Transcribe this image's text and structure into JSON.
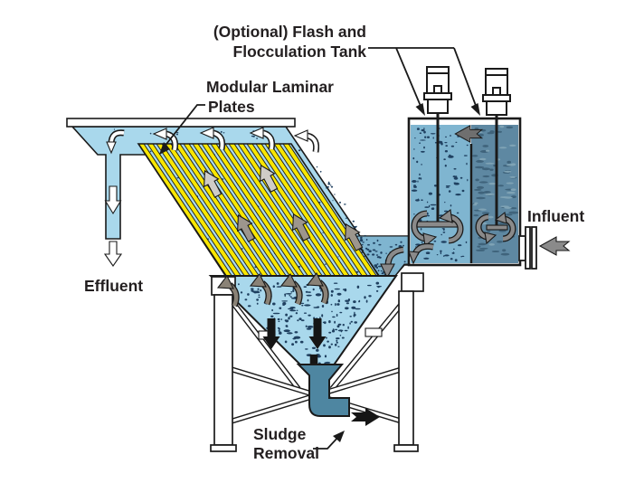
{
  "diagram": {
    "labels": {
      "flash_flocculation": {
        "line1": "(Optional) Flash and",
        "line2": "Flocculation Tank"
      },
      "modular_plates": {
        "line1": "Modular Laminar",
        "line2": "Plates"
      },
      "influent": "Influent",
      "effluent": "Effluent",
      "sludge_removal": {
        "line1": "Sludge",
        "line2": "Removal"
      }
    },
    "colors": {
      "water_light": "#a9d8ec",
      "water_mid": "#7fb5d0",
      "water_dark": "#5e88a2",
      "streak_dark": "#3f637b",
      "streak_light": "#7fa3b5",
      "speckle": "#1f4060",
      "plate_yellow": "#f8e602",
      "sludge_teal": "#4e86a1",
      "arrow_light": "#cfccc7",
      "arrow_taupe": "#9d968d",
      "arrow_gray": "#8a8a8a",
      "arrow_dark": "#6f6f6f",
      "arrow_black": "#151515",
      "white": "#ffffff",
      "ink": "#1a1a1a"
    },
    "flow_arrows": [
      {
        "name": "effluent-overflow-arrows",
        "style": "white-curved",
        "direction": "left",
        "count": 4
      },
      {
        "name": "downcomer-flow-arrow",
        "style": "white",
        "direction": "down",
        "count": 2
      },
      {
        "name": "effluent-discharge-arrow",
        "style": "white-outline",
        "direction": "down",
        "count": 1
      },
      {
        "name": "plate-upflow-arrows",
        "style": "gray",
        "direction": "up-slope",
        "count": 5
      },
      {
        "name": "hopper-upflow-arrows",
        "style": "gray-curved",
        "direction": "up",
        "count": 4
      },
      {
        "name": "settling-arrows",
        "style": "black",
        "direction": "down",
        "count": 3
      },
      {
        "name": "tank-transfer-arrow",
        "style": "gray",
        "direction": "left",
        "count": 1
      },
      {
        "name": "mixer-rotation-arrows",
        "style": "gray-curved",
        "direction": "rotation",
        "count": 4
      },
      {
        "name": "feed-turn-arrows",
        "style": "gray-curved",
        "direction": "down-left",
        "count": 2
      },
      {
        "name": "influent-arrow",
        "style": "gray",
        "direction": "left",
        "count": 1
      },
      {
        "name": "sludge-discharge-arrow",
        "style": "black",
        "direction": "right",
        "count": 1
      }
    ]
  }
}
